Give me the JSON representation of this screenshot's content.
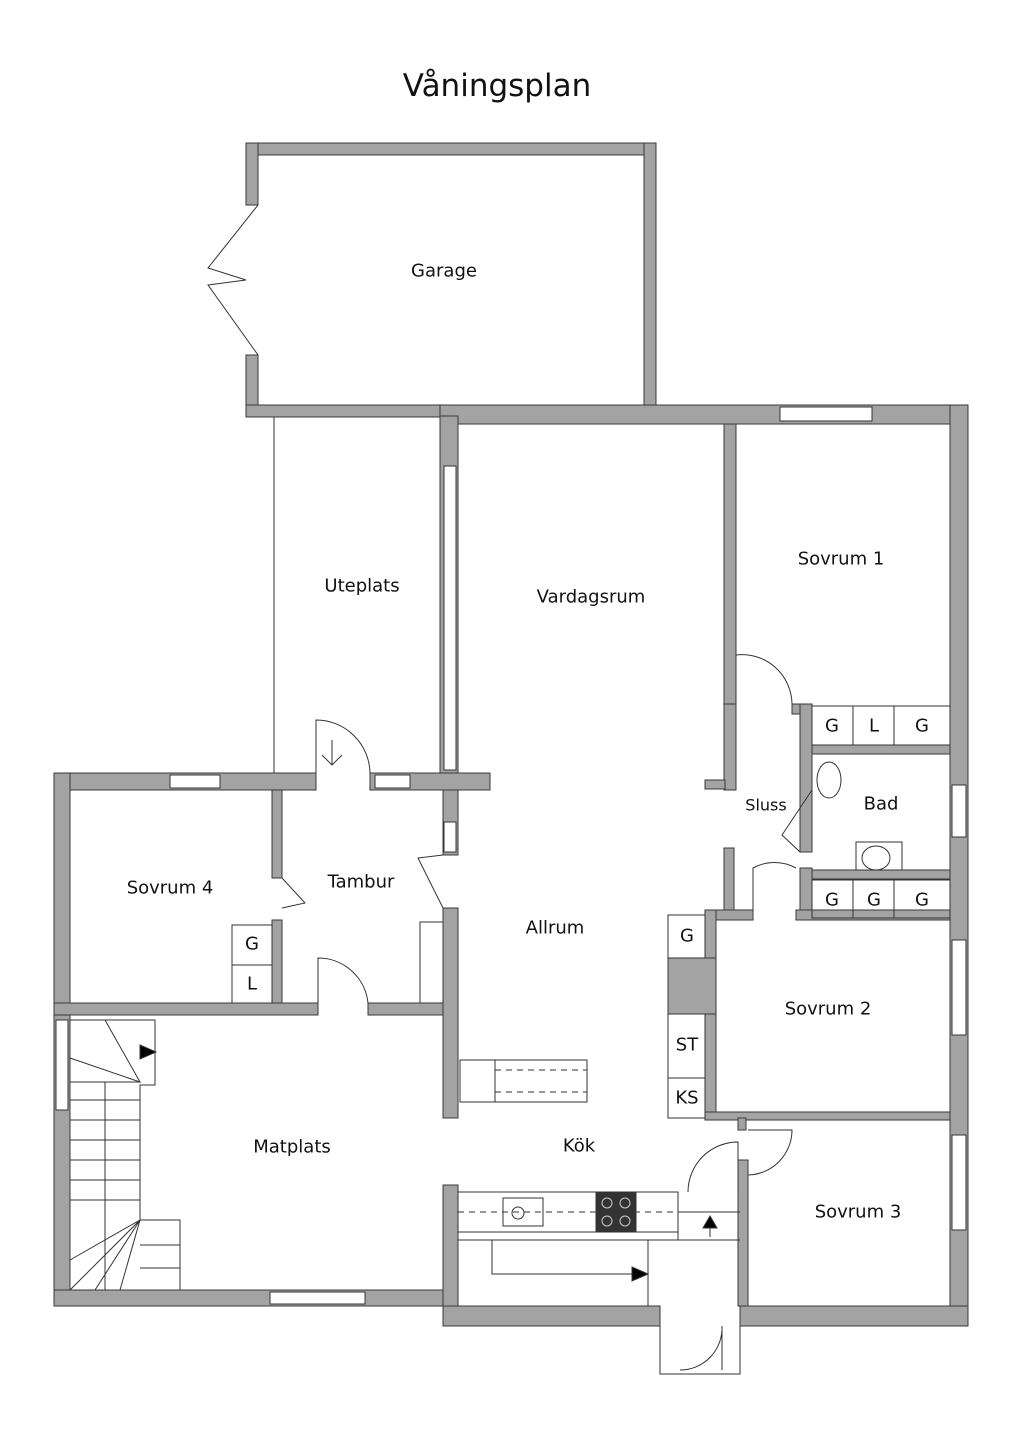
{
  "title": "Våningsplan",
  "colors": {
    "wall": "#a3a3a3",
    "line": "#333333"
  },
  "rooms": {
    "garage": "Garage",
    "uteplats": "Uteplats",
    "vardagsrum": "Vardagsrum",
    "sovrum1": "Sovrum 1",
    "sluss": "Sluss",
    "bad": "Bad",
    "sovrum4": "Sovrum 4",
    "tambur": "Tambur",
    "allrum": "Allrum",
    "sovrum2": "Sovrum 2",
    "matplats": "Matplats",
    "kok": "Kök",
    "sovrum3": "Sovrum 3"
  },
  "fixtures": {
    "g": "G",
    "l": "L",
    "st": "ST",
    "ks": "KS"
  }
}
